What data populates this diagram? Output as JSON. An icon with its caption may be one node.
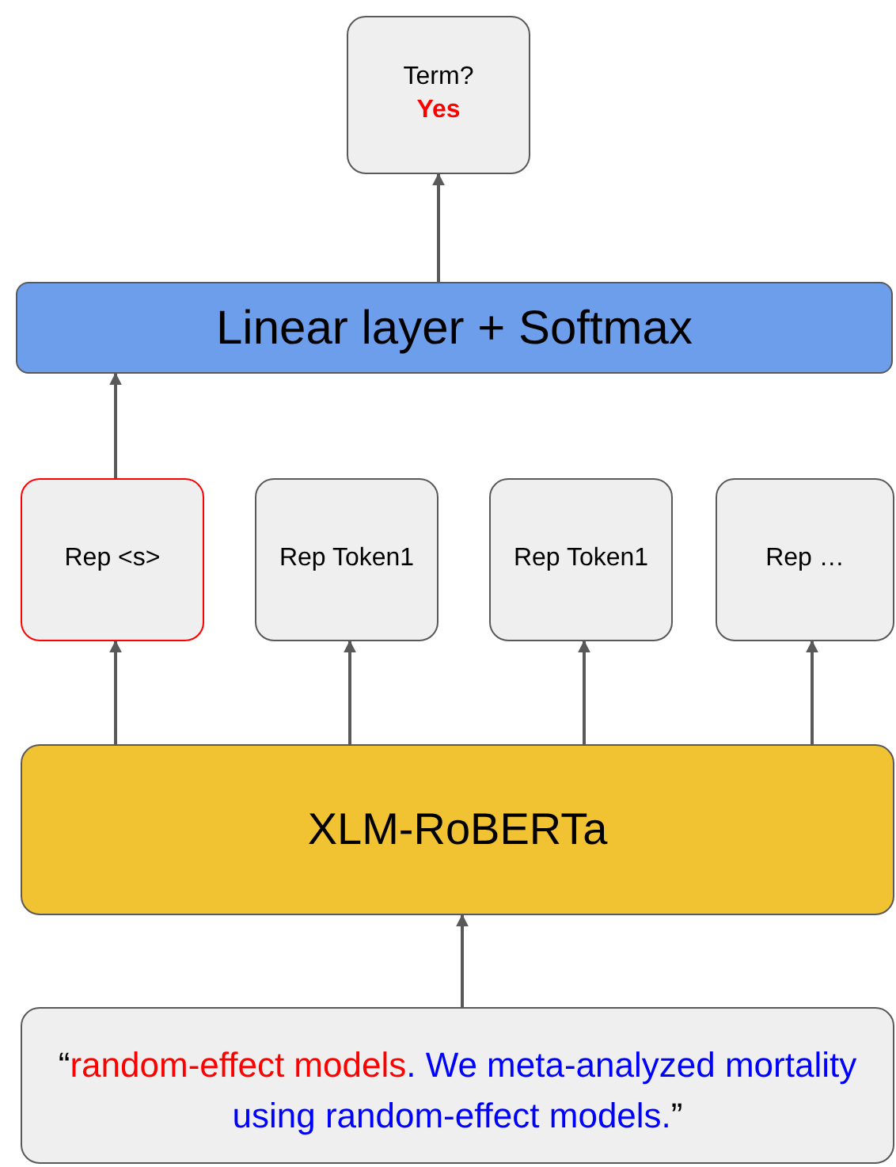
{
  "diagram": {
    "nodes": [
      {
        "text": [
          "Term?",
          "Yes"
        ]
      },
      {
        "text": [
          "Linear layer + Softmax"
        ]
      },
      {
        "text": [
          "Rep <s>"
        ]
      },
      {
        "text": [
          "Rep Token1"
        ]
      },
      {
        "text": [
          "Rep Token1"
        ]
      },
      {
        "text": [
          "Rep …"
        ]
      },
      {
        "text": [
          "XLM-RoBERTa"
        ]
      },
      {
        "text": [
          "“",
          "random-effect models",
          ". We meta-analyzed mortality using random-effect models.",
          "”"
        ]
      }
    ],
    "edges": [
      {
        "from": 6,
        "to": 2,
        "arrow": "to"
      },
      {
        "from": 6,
        "to": 3,
        "arrow": "to"
      },
      {
        "from": 6,
        "to": 4,
        "arrow": "to"
      },
      {
        "from": 6,
        "to": 5,
        "arrow": "to"
      },
      {
        "from": 2,
        "to": 1,
        "arrow": "to"
      },
      {
        "from": 1,
        "to": 0,
        "arrow": "to"
      },
      {
        "from": 7,
        "to": 6,
        "arrow": "to"
      }
    ]
  }
}
